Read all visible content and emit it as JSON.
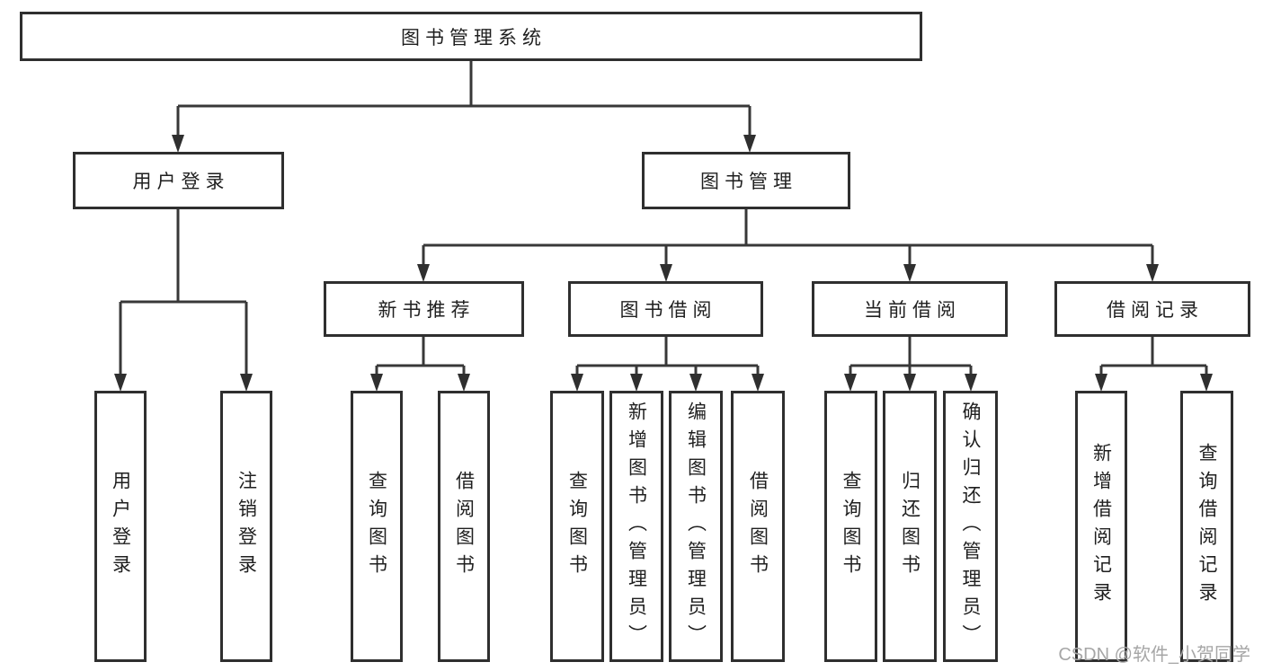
{
  "diagram": {
    "root": "图书管理系统",
    "branches": [
      {
        "label": "用户登录",
        "children": [
          "用户登录",
          "注销登录"
        ]
      },
      {
        "label": "图书管理",
        "groups": [
          {
            "label": "新书推荐",
            "children": [
              "查询图书",
              "借阅图书"
            ]
          },
          {
            "label": "图书借阅",
            "children": [
              "查询图书",
              "新增图书（管理员）",
              "编辑图书（管理员）",
              "借阅图书"
            ]
          },
          {
            "label": "当前借阅",
            "children": [
              "查询图书",
              "归还图书",
              "确认归还（管理员）"
            ]
          },
          {
            "label": "借阅记录",
            "children": [
              "新增借阅记录",
              "查询借阅记录"
            ]
          }
        ]
      }
    ]
  },
  "watermark": "CSDN @软件_小贺同学",
  "colors": {
    "line": "#383838",
    "box_border": "#2f2f2f",
    "box_fill": "#ffffff",
    "text": "#1f1f1f",
    "watermark_text": "#a6a6a6",
    "background": "#ffffff"
  }
}
